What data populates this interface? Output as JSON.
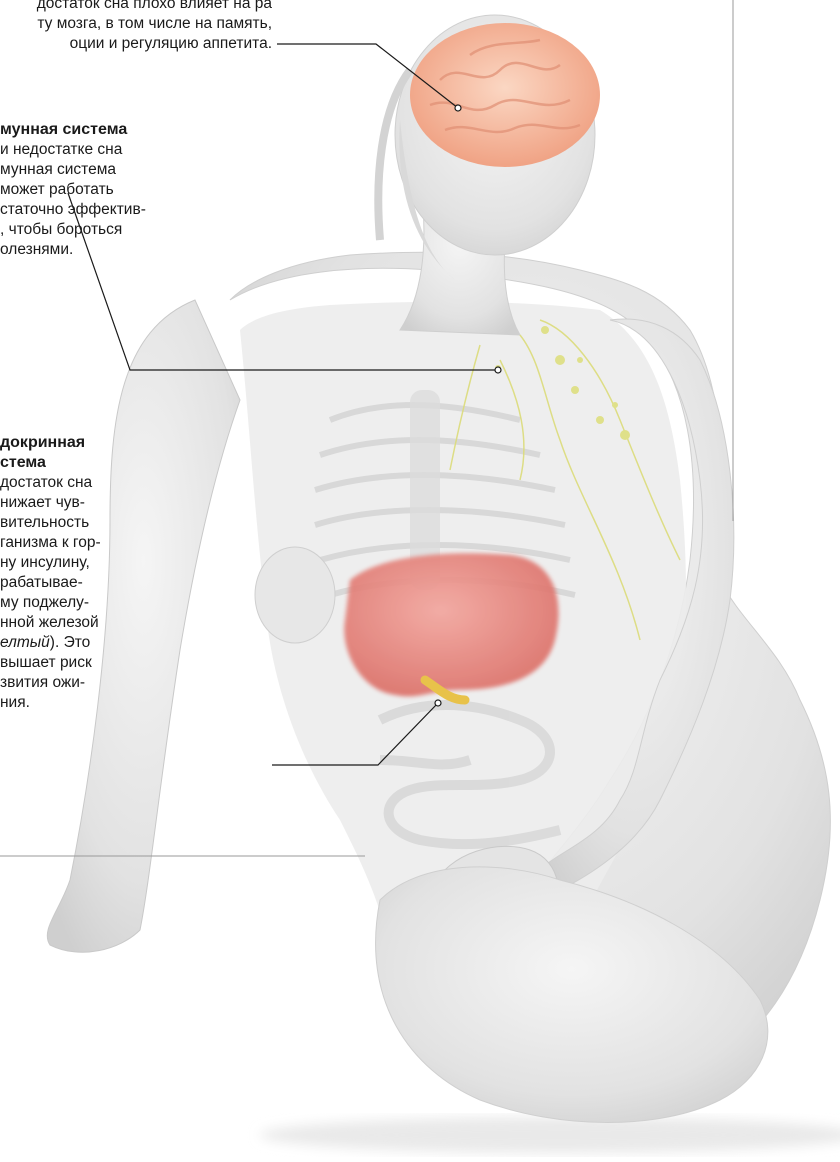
{
  "brain_caption": {
    "lines": [
      "достаток сна плохо влияет на ра",
      "ту мозга, в том числе на память,",
      "оции и регуляцию аппетита."
    ]
  },
  "immune": {
    "title": "мунная система",
    "lines": [
      "и недостатке сна",
      "мунная система",
      "может работать",
      "статочно эффектив-",
      ", чтобы бороться",
      "олезнями."
    ]
  },
  "endocrine": {
    "title_lines": [
      "докринная",
      "стема"
    ],
    "lines": [
      "достаток сна",
      "нижает чув-",
      "вительность",
      "ганизма к гор-",
      "ну инсулину,",
      "рабатывае-",
      "му поджелу-",
      "нной железой"
    ],
    "italic_line": "елтый",
    "italic_suffix": "). Это",
    "lines_after": [
      "вышает риск",
      "звития ожи-",
      "ния."
    ]
  },
  "colors": {
    "body": "#e6e6e6",
    "brain": "#f1b59a",
    "liver": "#e7867d",
    "pancreas": "#e8c24a",
    "lymph": "#dfe08a",
    "leader_line": "#1a1a1a"
  }
}
